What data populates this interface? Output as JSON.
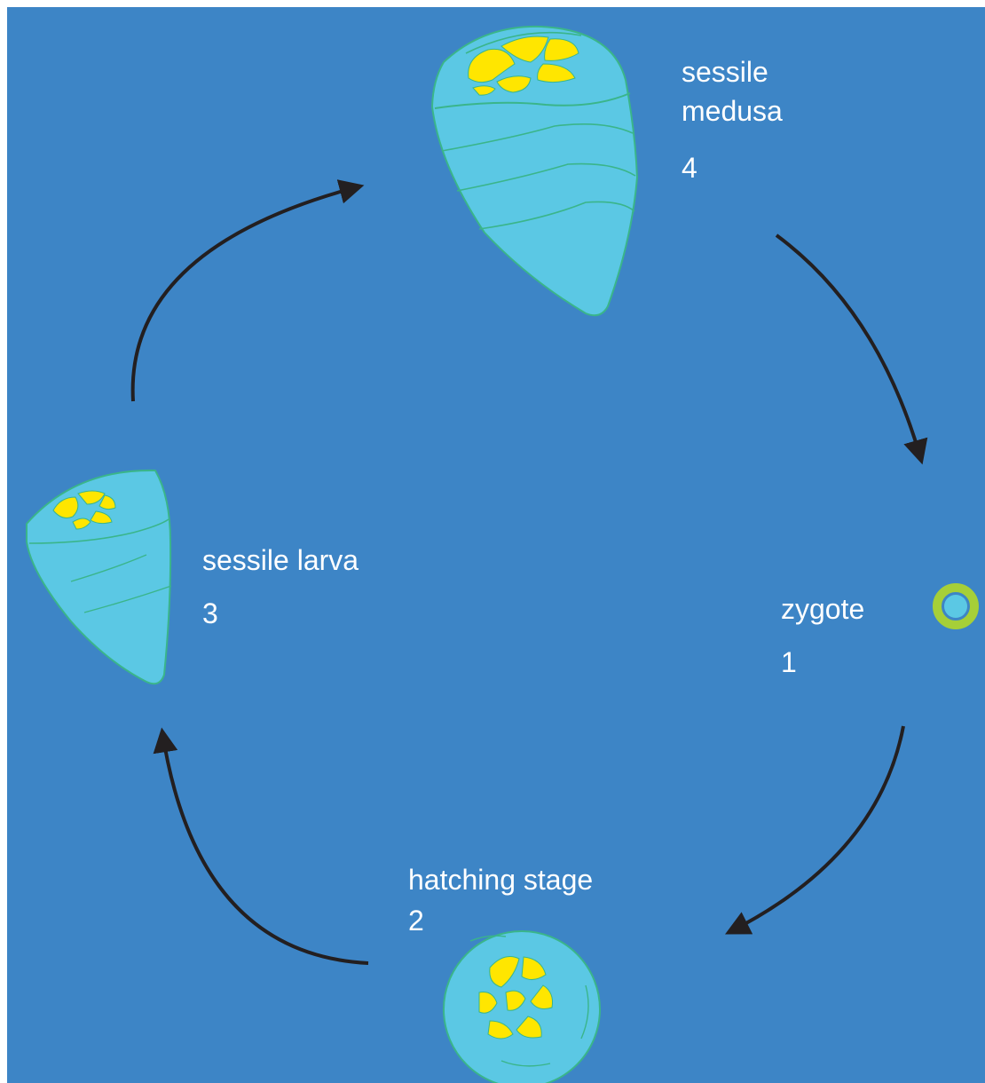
{
  "colors": {
    "background": "#3d85c6",
    "body_fill": "#5bc8e4",
    "body_stroke": "#3ab58a",
    "yellow": "#ffe600",
    "zygote_ring": "#a6cf38",
    "arrow": "#231f20",
    "text": "#ffffff"
  },
  "stages": {
    "zygote": {
      "name": "zygote",
      "number": "1"
    },
    "hatching": {
      "name": "hatching stage",
      "number": "2"
    },
    "larva": {
      "name": "sessile larva",
      "number": "3"
    },
    "medusa": {
      "name_line1": "sessile",
      "name_line2": "medusa",
      "number": "4"
    }
  }
}
